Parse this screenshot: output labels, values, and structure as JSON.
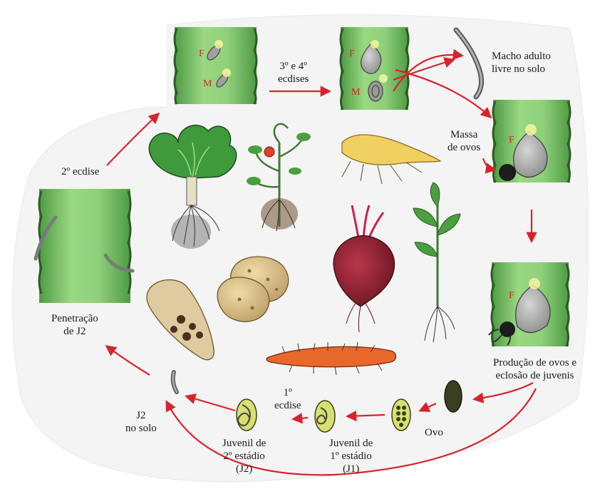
{
  "labels": {
    "ecdises_3_4": [
      "3º e 4º",
      "ecdises"
    ],
    "macho_adulto": [
      "Macho adulto",
      "livre no solo"
    ],
    "massa_ovos": [
      "Massa",
      "de ovos"
    ],
    "ecdise_2": "2º ecdise",
    "penetracao": [
      "Penetração",
      "de J2"
    ],
    "producao": [
      "Produção de ovos e",
      "eclosão de juvenis"
    ],
    "j2_solo": [
      "J2",
      "no solo"
    ],
    "ecdise_1": [
      "1º",
      "ecdise"
    ],
    "ovo": "Ovo",
    "juvenil_2": [
      "Juvenil de",
      "2º estádio",
      "(J2)"
    ],
    "juvenil_1": [
      "Juvenil de",
      "1º estádio",
      "(J1)"
    ]
  },
  "sex_marks": {
    "female": "F",
    "male": "M"
  },
  "colors": {
    "root_green": "#8fd07a",
    "root_green_dark": "#3f7a34",
    "arrow_red": "#d8232a",
    "sex_mark_red": "#d8232a",
    "nematode_gray": "#9a9a9a",
    "egg_dark": "#3a3f22",
    "egg_yellow_green": "#d8e070",
    "beet": "#8a1e2a",
    "carrot": "#e8682c",
    "potato": "#d8c08a",
    "yacon": "#f0d060"
  },
  "icons": [
    "lettuce-icon",
    "tomato-plant-icon",
    "parsnip-root-icon",
    "beet-icon",
    "potato-icon",
    "yam-tuber-icon",
    "carrot-icon",
    "seedling-icon"
  ]
}
